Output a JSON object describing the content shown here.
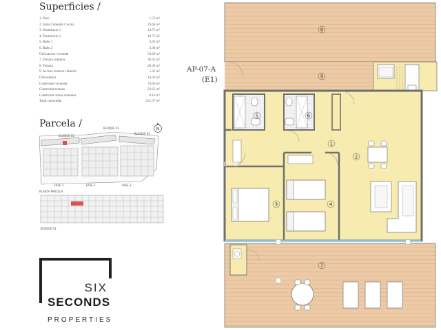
{
  "superficies": {
    "title": "Superficies /",
    "rows": [
      {
        "label": "1. Paso",
        "value": "1.73 m²"
      },
      {
        "label": "2. Estar Comedor Cocina",
        "value": "29.66 m²"
      },
      {
        "label": "3. Dormitorio 1",
        "value": "14.75 m²"
      },
      {
        "label": "4. Dormitorio 2",
        "value": "10.75 m²"
      },
      {
        "label": "5. Baño 1",
        "value": "3.69 m²"
      },
      {
        "label": "6. Baño 2",
        "value": "3.48 m²"
      },
      {
        "label": "Útil interior vivienda",
        "value": "63.89 m²"
      },
      {
        "label": "7. Terraza cubierta",
        "value": "30.43 m²"
      },
      {
        "label": "8. Terraza",
        "value": "28.38 m²"
      },
      {
        "label": "9. Acceso exterior cubierto",
        "value": "5.45 m²"
      },
      {
        "label": "Útil exterior",
        "value": "14.26 m²"
      },
      {
        "label": "Construida vivienda",
        "value": "74.66 m²"
      },
      {
        "label": "Construida terraza",
        "value": "23.65 m²"
      },
      {
        "label": "Construida zonas comunes",
        "value": "8.16 m²"
      },
      {
        "label": "Total construida",
        "value": "101.37 m²"
      }
    ]
  },
  "parcela": {
    "title": "Parcela /",
    "labels": {
      "bloque_01_top": "BLOQUE 01",
      "bloque_03": "BLOQUE 03",
      "bloque_02": "BLOQUE 02",
      "fase_1": "FASE 1",
      "fase_2": "FASE 2",
      "fase_3": "FASE 3",
      "planta": "PLANTA PARCELA",
      "bloque_01_bottom": "BLOQUE 01",
      "north": "N"
    }
  },
  "apartment": {
    "code": "AP-07-A",
    "sub": "(E1)",
    "room_numbers": [
      "1",
      "2",
      "3",
      "4",
      "5",
      "6",
      "7",
      "8",
      "9"
    ]
  },
  "watermark": "habitaclia",
  "logo": {
    "six": "SIX",
    "seconds": "SECONDS",
    "properties": "PROPERTIES"
  },
  "colors": {
    "floor_yellow": "#f7ebb0",
    "wood_deck": "#eac8a6",
    "deck_lines": "#d8ad86",
    "walls": "#7a7a7a",
    "glass_blue": "#7fc3df",
    "text": "#333333"
  }
}
